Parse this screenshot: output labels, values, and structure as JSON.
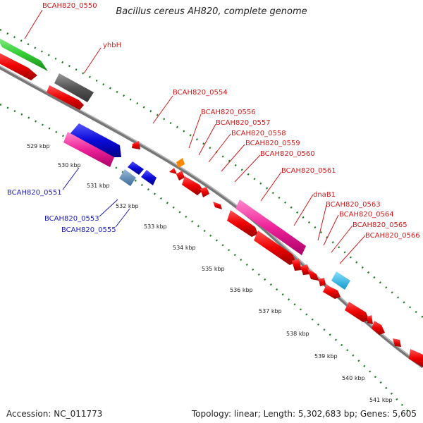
{
  "title": "Bacillus cereus AH820, complete genome",
  "accession": "Accession: NC_011773",
  "summary": "Topology: linear; Length: 5,302,683 bp; Genes: 5,605",
  "ticks": [
    "529 kbp",
    "530 kbp",
    "531 kbp",
    "532 kbp",
    "533 kbp",
    "534 kbp",
    "535 kbp",
    "536 kbp",
    "537 kbp",
    "538 kbp",
    "539 kbp",
    "540 kbp",
    "541 kbp"
  ],
  "forward_labels": [
    "BCAH820_0550",
    "yhbH",
    "BCAH820_0554",
    "BCAH820_0556",
    "BCAH820_0557",
    "BCAH820_0558",
    "BCAH820_0559",
    "BCAH820_0560",
    "BCAH820_0561",
    "dnaB1",
    "BCAH820_0563",
    "BCAH820_0564",
    "BCAH820_0565",
    "BCAH820_0566"
  ],
  "reverse_labels": [
    "BCAH820_0551",
    "BCAH820_0553",
    "BCAH820_0555"
  ],
  "colors": {
    "forward_label": "#d11a1a",
    "reverse_label": "#1a1ab8",
    "cds": "#ee0000",
    "green": "#33cc33",
    "gray": "#555555",
    "magenta": "#ee2299",
    "blue": "#0a0ad8",
    "steel": "#5588bb",
    "orange": "#ff8800",
    "cyan": "#22bbee",
    "backbone": "#777777",
    "dots": "#1e7a1e"
  }
}
